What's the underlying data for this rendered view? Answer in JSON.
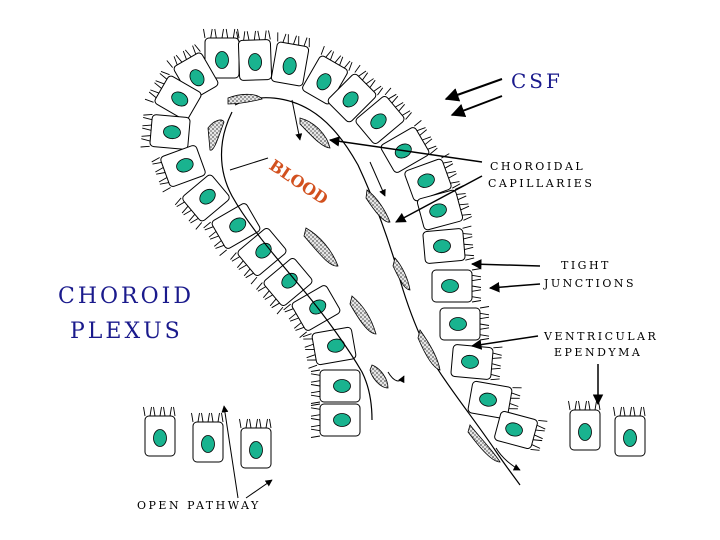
{
  "labels": {
    "csf": "CSF",
    "blood": "BLOOD",
    "choroidal_line1": "CHOROIDAL",
    "choroidal_line2": "CAPILLARIES",
    "tight_line1": "TIGHT",
    "tight_line2": "JUNCTIONS",
    "ependyma_line1": "VENTRICULAR",
    "ependyma_line2": "EPENDYMA",
    "title_line1": "CHOROID",
    "title_line2": "PLEXUS",
    "open_pathway": "OPEN PATHWAY"
  },
  "colors": {
    "nucleus": "#19b38f",
    "title": "#1a1a8c",
    "blood": "#d2501e",
    "capillary_fill": "#bfbfbf"
  }
}
